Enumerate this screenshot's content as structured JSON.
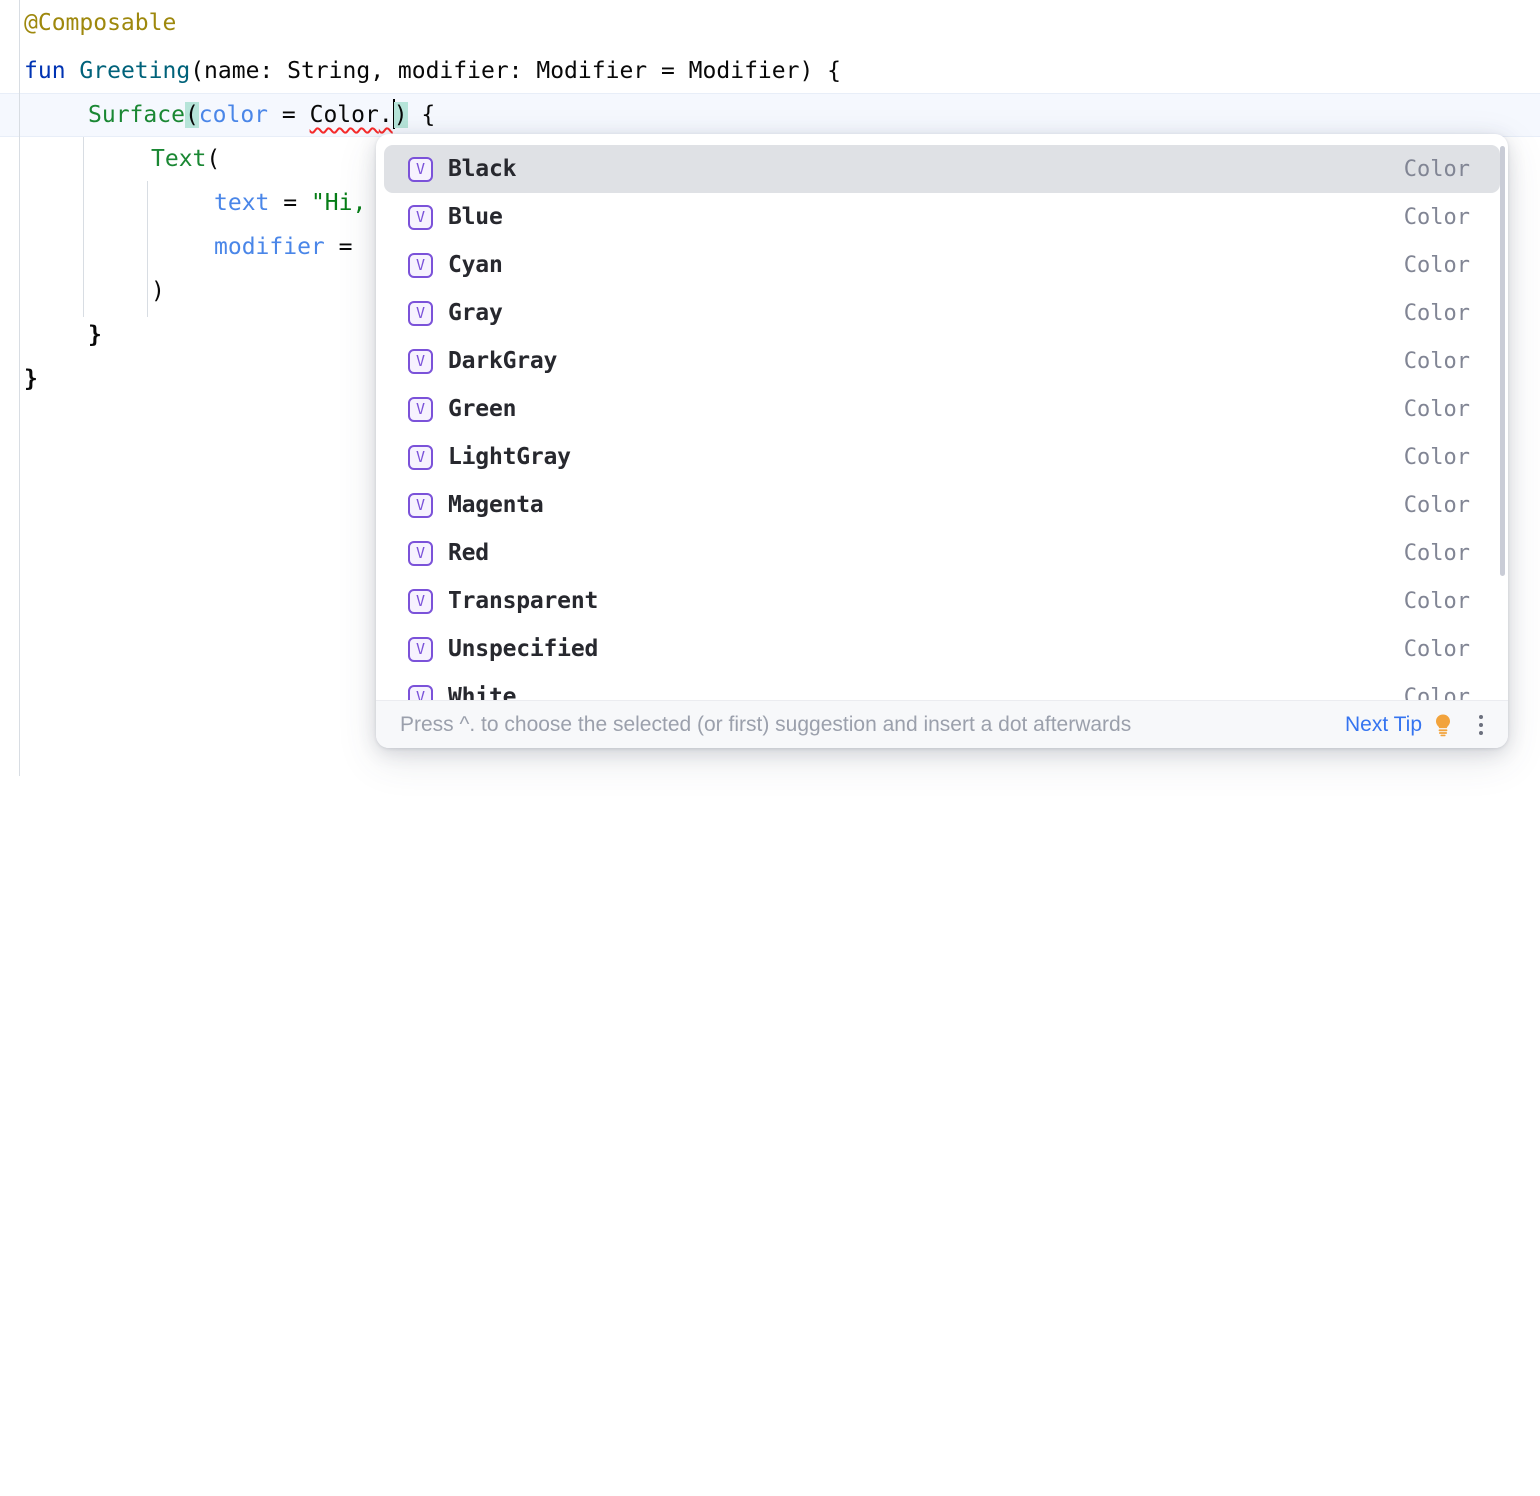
{
  "editor": {
    "language": "Kotlin",
    "lines": [
      {
        "indent": 0,
        "text": "@Composable"
      },
      {
        "indent": 0,
        "text": "fun Greeting(name: String, modifier: Modifier = Modifier) {"
      },
      {
        "indent": 1,
        "text": "Surface(color = Color.) {"
      },
      {
        "indent": 2,
        "text": "Text("
      },
      {
        "indent": 3,
        "text": "text = \"Hi,"
      },
      {
        "indent": 3,
        "text": "modifier ="
      },
      {
        "indent": 2,
        "text": ")"
      },
      {
        "indent": 1,
        "text": "}"
      },
      {
        "indent": 0,
        "text": "}"
      }
    ],
    "tokens": {
      "annotation": "@Composable",
      "kw_fun": "fun",
      "fn_name": "Greeting",
      "signature": "(name: String, modifier: Modifier = Modifier) {",
      "surface_call": "Surface",
      "open_paren": "(",
      "named_arg_color": "color",
      "equals": " = ",
      "receiver": "Color",
      "dot": ".",
      "close_paren": ")",
      "lambda_brace": " {",
      "text_call": "Text",
      "text_open": "(",
      "named_arg_text": "text",
      "text_eq": " = ",
      "string_partial": "\"Hi,",
      "named_arg_modifier": "modifier",
      "modifier_eq": " =",
      "close_text": ")",
      "close_fn_inner": "}",
      "close_fn_outer": "}"
    },
    "colors": {
      "annotation": "#9e880d",
      "keyword": "#0033b3",
      "function_decl": "#00627a",
      "function_call": "#1a8733",
      "named_argument": "#4a86e8",
      "string": "#067d17",
      "plain": "#080808",
      "bracket_match_highlight": "#b6e4d9",
      "error_squiggle": "#f52a2a",
      "current_line": "#f5f8fe",
      "caret": "#000000"
    }
  },
  "completion": {
    "icon_name": "value-icon",
    "icon_glyph": "V",
    "selected_index": 0,
    "items": [
      {
        "label": "Black",
        "type": "Color"
      },
      {
        "label": "Blue",
        "type": "Color"
      },
      {
        "label": "Cyan",
        "type": "Color"
      },
      {
        "label": "Gray",
        "type": "Color"
      },
      {
        "label": "DarkGray",
        "type": "Color"
      },
      {
        "label": "Green",
        "type": "Color"
      },
      {
        "label": "LightGray",
        "type": "Color"
      },
      {
        "label": "Magenta",
        "type": "Color"
      },
      {
        "label": "Red",
        "type": "Color"
      },
      {
        "label": "Transparent",
        "type": "Color"
      },
      {
        "label": "Unspecified",
        "type": "Color"
      },
      {
        "label": "White",
        "type": "Color"
      }
    ],
    "footer": {
      "hint": "Press ^. to choose the selected (or first) suggestion and insert a dot afterwards",
      "next_tip_label": "Next Tip",
      "bulb_icon": "lightbulb-icon",
      "menu_icon": "more-options-icon"
    },
    "colors": {
      "selected_row": "#dfe1e5",
      "icon_accent": "#7b52d9",
      "type_text": "#818594",
      "label_text": "#27282e",
      "footer_bg": "#f7f8fa",
      "footer_hint": "#9ba0ac",
      "link": "#3574f0",
      "bulb": "#f2a33c"
    }
  }
}
